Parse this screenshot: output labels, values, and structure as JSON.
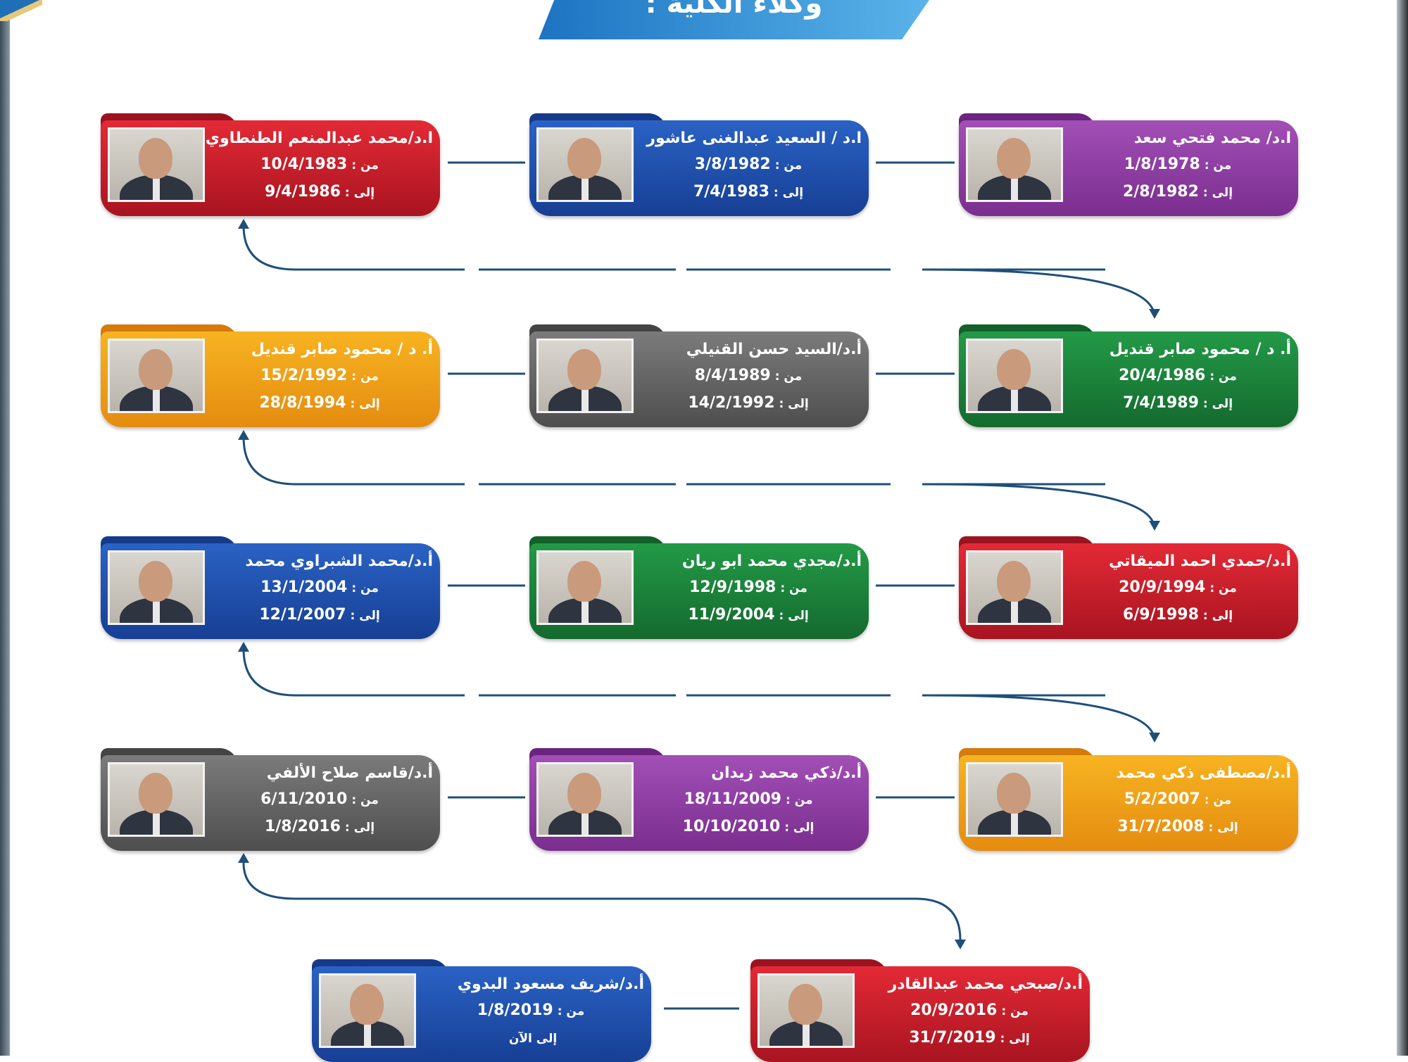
{
  "banner": {
    "title": "وكلاء الكلية :"
  },
  "labels": {
    "from": "من :",
    "to": "إلى :"
  },
  "deans": [
    {
      "name": "ا.د/ محمد فتحي سعد",
      "from": "1/8/1978",
      "to": "2/8/1982",
      "color": "purple"
    },
    {
      "name": "ا.د / السعيد عبدالغنى عاشور",
      "from": "3/8/1982",
      "to": "7/4/1983",
      "color": "blue"
    },
    {
      "name": "ا.د/محمد عبدالمنعم الطنطاوي",
      "from": "10/4/1983",
      "to": "9/4/1986",
      "color": "red"
    },
    {
      "name": "أ. د / محمود صابر قنديل",
      "from": "20/4/1986",
      "to": "7/4/1989",
      "color": "green"
    },
    {
      "name": "أ.د/السيد حسن القنيلي",
      "from": "8/4/1989",
      "to": "14/2/1992",
      "color": "gray"
    },
    {
      "name": "أ. د / محمود صابر قنديل",
      "from": "15/2/1992",
      "to": "28/8/1994",
      "color": "yellow"
    },
    {
      "name": "أ.د/حمدي احمد الميقاتي",
      "from": "20/9/1994",
      "to": "6/9/1998",
      "color": "red"
    },
    {
      "name": "أ.د/مجدي محمد ابو ريان",
      "from": "12/9/1998",
      "to": "11/9/2004",
      "color": "green"
    },
    {
      "name": "أ.د/محمد الشبراوي محمد",
      "from": "13/1/2004",
      "to": "12/1/2007",
      "color": "blue"
    },
    {
      "name": "أ.د/مصطفى ذكي محمد",
      "from": "5/2/2007",
      "to": "31/7/2008",
      "color": "yellow"
    },
    {
      "name": "أ.د/ذكي محمد زيدان",
      "from": "18/11/2009",
      "to": "10/10/2010",
      "color": "purple"
    },
    {
      "name": "أ.د/قاسم صلاح الألفي",
      "from": "6/11/2010",
      "to": "1/8/2016",
      "color": "gray"
    },
    {
      "name": "أ.د/صبحي محمد عبدالقادر",
      "from": "20/9/2016",
      "to": "31/7/2019",
      "color": "red"
    },
    {
      "name": "أ.د/شريف مسعود البدوي",
      "from": "1/8/2019",
      "to": "إلى الآن",
      "color": "blue",
      "to_plain": true
    }
  ],
  "colors": {
    "connector": "#1e4f7a",
    "banner": "#1c74c2"
  }
}
